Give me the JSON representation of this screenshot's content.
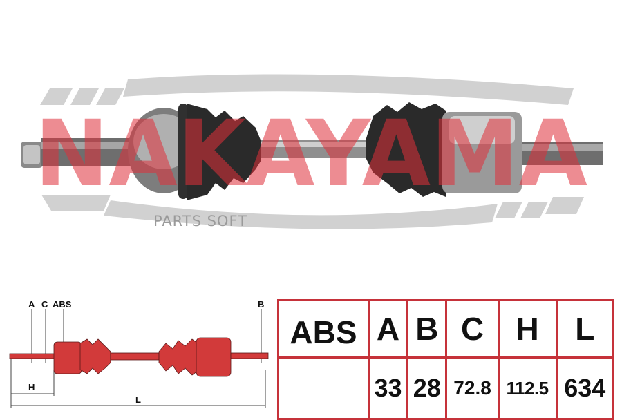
{
  "watermark": {
    "brand": "NAKAYAMA",
    "caption": "PARTS SOFT"
  },
  "drawing": {
    "labels": {
      "a": "A",
      "c": "C",
      "abs": "ABS",
      "b": "B",
      "h": "H",
      "l": "L"
    }
  },
  "table": {
    "headers": [
      "ABS",
      "A",
      "B",
      "C",
      "H",
      "L"
    ],
    "values": [
      "",
      "33",
      "28",
      "72.8",
      "112.5",
      "634"
    ]
  },
  "colors": {
    "accent_red": "#c6323a",
    "part_red": "#d23a3a",
    "watermark_gray": "#b5b5b5"
  },
  "icons": [
    "cv-joint-axle-photo",
    "axle-schematic"
  ]
}
